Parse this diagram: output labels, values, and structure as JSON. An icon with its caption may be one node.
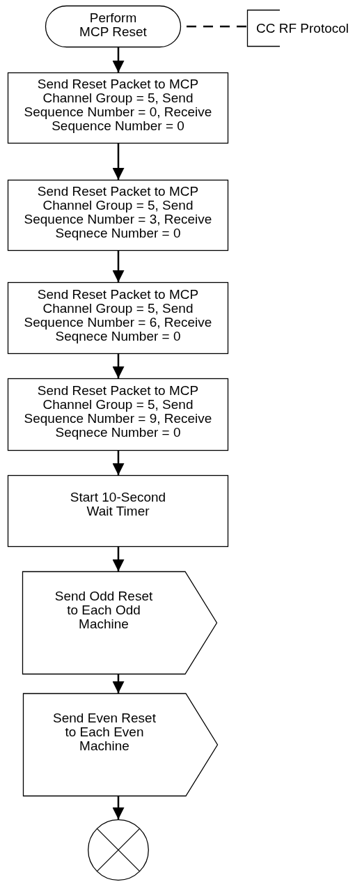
{
  "diagram": {
    "nodes": [
      {
        "text": [
          "Perform MCP Reset"
        ]
      },
      {
        "text": [
          "CC RF Protocol"
        ]
      },
      {
        "text": [
          "Send Reset Packet to MCP Channel Group = 5, Send Sequence Number = 0, Receive Sequence Number = 0"
        ]
      },
      {
        "text": [
          "Send Reset Packet to MCP Channel Group = 5, Send Sequence Number = 3, Receive Seqnece Number = 0"
        ]
      },
      {
        "text": [
          "Send Reset Packet to MCP Channel Group = 5, Send Sequence Number = 6, Receive Seqnece Number = 0"
        ]
      },
      {
        "text": [
          "Send Reset Packet to MCP Channel Group = 5, Send Sequence Number = 9, Receive Seqnece Number = 0"
        ]
      },
      {
        "text": [
          "Start 10-Second Wait Timer"
        ]
      },
      {
        "text": [
          "Send Odd Reset to Each Odd Machine"
        ]
      },
      {
        "text": [
          "Send Even Reset to Each Even Machine"
        ]
      },
      {
        "text": [],
        "shape": "circle"
      }
    ],
    "edges": [
      {
        "from": 0,
        "to": 1,
        "arrow": "none",
        "style": "dashed"
      },
      {
        "from": 0,
        "to": 2,
        "arrow": "to"
      },
      {
        "from": 2,
        "to": 3,
        "arrow": "to"
      },
      {
        "from": 3,
        "to": 4,
        "arrow": "to"
      },
      {
        "from": 4,
        "to": 5,
        "arrow": "to"
      },
      {
        "from": 5,
        "to": 6,
        "arrow": "to"
      },
      {
        "from": 6,
        "to": 7,
        "arrow": "to"
      },
      {
        "from": 7,
        "to": 8,
        "arrow": "to"
      },
      {
        "from": 8,
        "to": 9,
        "arrow": "to"
      }
    ]
  }
}
